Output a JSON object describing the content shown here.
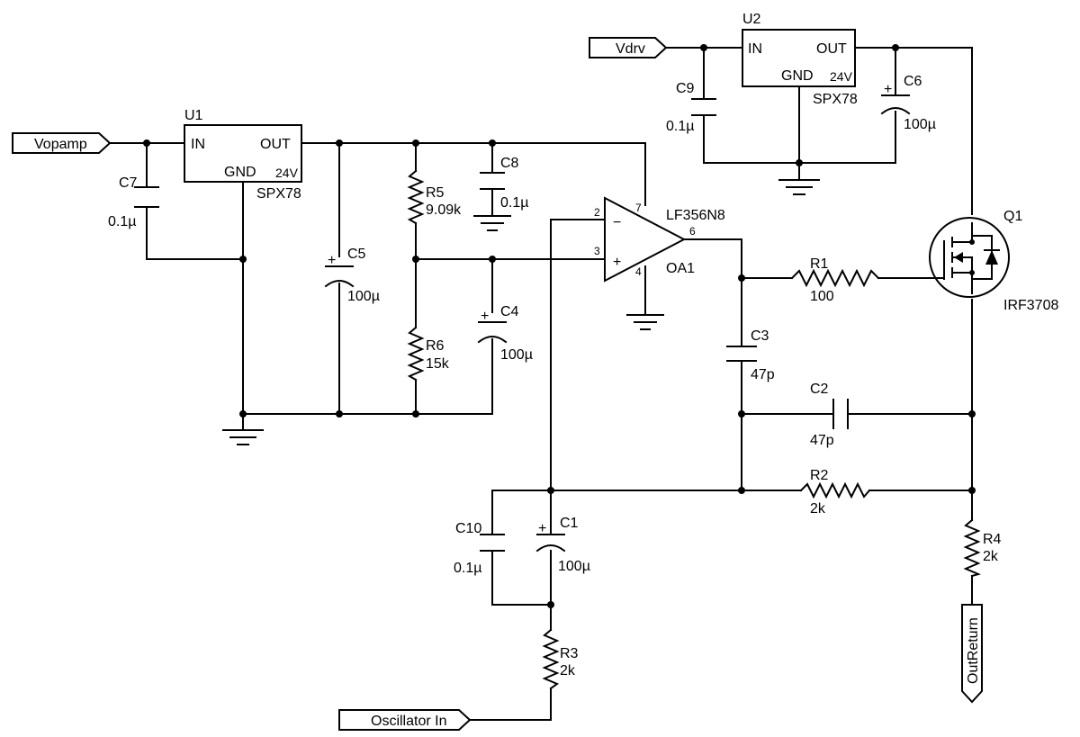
{
  "ports": {
    "vopamp": "Vopamp",
    "vdrv": "Vdrv",
    "oscillator_in": "Oscillator In",
    "out_return": "OutReturn"
  },
  "regulators": {
    "u1": {
      "ref": "U1",
      "part": "SPX78",
      "voltage": "24V",
      "pin_in": "IN",
      "pin_out": "OUT",
      "pin_gnd": "GND"
    },
    "u2": {
      "ref": "U2",
      "part": "SPX78",
      "voltage": "24V",
      "pin_in": "IN",
      "pin_out": "OUT",
      "pin_gnd": "GND"
    }
  },
  "opamp": {
    "ref": "OA1",
    "part": "LF356N8",
    "pin_inv": "2",
    "pin_noninv": "3",
    "pin_vplus": "7",
    "pin_vminus": "4",
    "pin_out": "6",
    "sym_minus": "−",
    "sym_plus": "+"
  },
  "mosfet": {
    "ref": "Q1",
    "part": "IRF3708"
  },
  "resistors": {
    "r1": {
      "ref": "R1",
      "value": "100"
    },
    "r2": {
      "ref": "R2",
      "value": "2k"
    },
    "r3": {
      "ref": "R3",
      "value": "2k"
    },
    "r4": {
      "ref": "R4",
      "value": "2k"
    },
    "r5": {
      "ref": "R5",
      "value": "9.09k"
    },
    "r6": {
      "ref": "R6",
      "value": "15k"
    }
  },
  "capacitors": {
    "c1": {
      "ref": "C1",
      "value": "100µ"
    },
    "c2": {
      "ref": "C2",
      "value": "47p"
    },
    "c3": {
      "ref": "C3",
      "value": "47p"
    },
    "c4": {
      "ref": "C4",
      "value": "100µ"
    },
    "c5": {
      "ref": "C5",
      "value": "100µ"
    },
    "c6": {
      "ref": "C6",
      "value": "100µ"
    },
    "c7": {
      "ref": "C7",
      "value": "0.1µ"
    },
    "c8": {
      "ref": "C8",
      "value": "0.1µ"
    },
    "c9": {
      "ref": "C9",
      "value": "0.1µ"
    },
    "c10": {
      "ref": "C10",
      "value": "0.1µ"
    }
  },
  "polarity_mark": "+"
}
